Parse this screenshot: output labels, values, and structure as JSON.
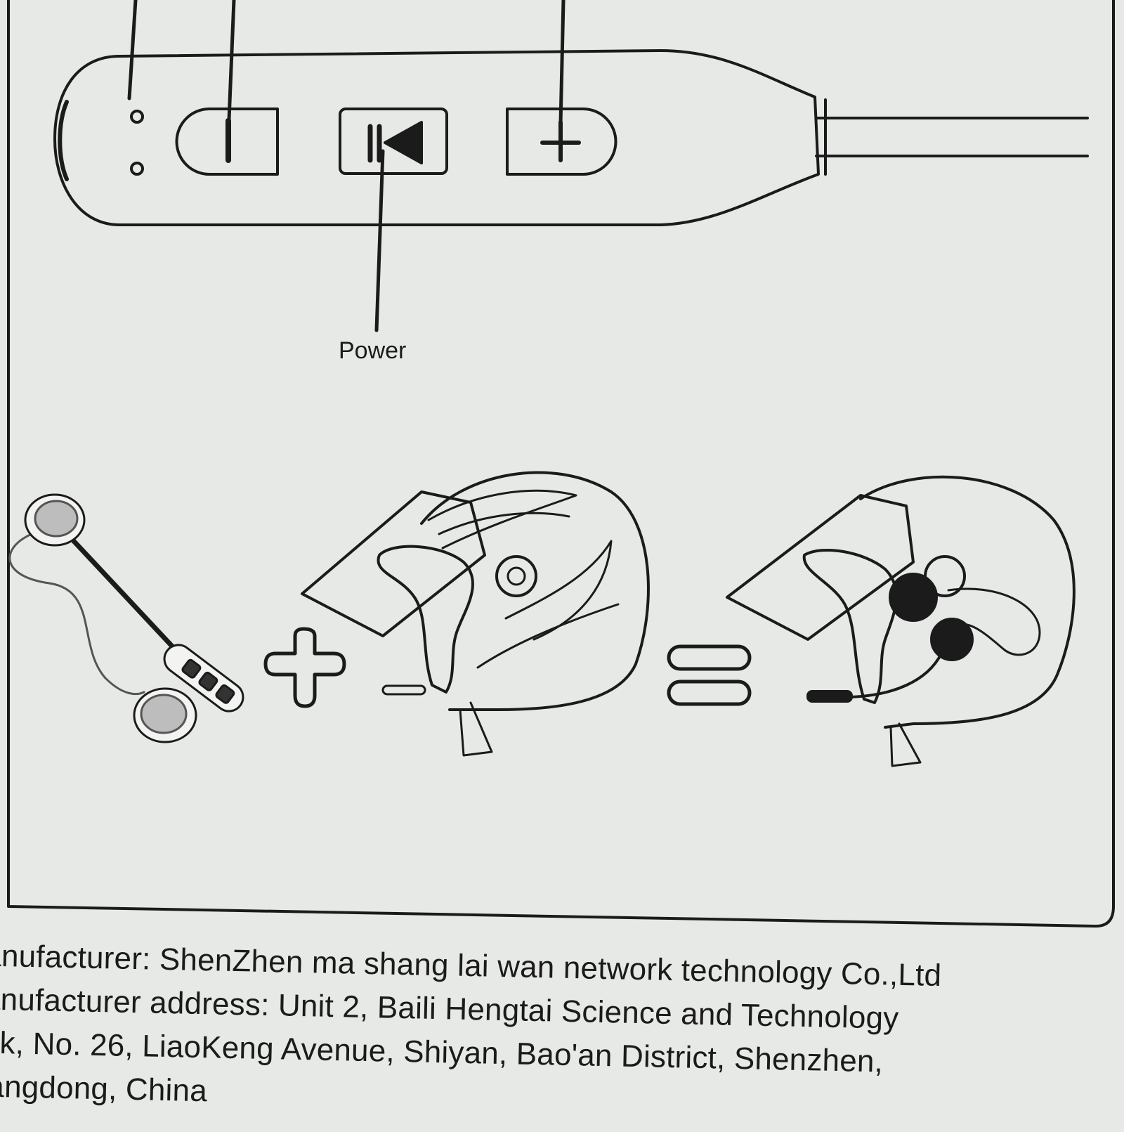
{
  "remote_diagram": {
    "buttons": [
      {
        "icon": "minus-icon"
      },
      {
        "icon": "play-previous-icon"
      },
      {
        "icon": "plus-icon"
      }
    ],
    "power_label": "Power"
  },
  "assembly_diagram": {
    "steps": [
      "headset-icon",
      "plus-sign-icon",
      "helmet-icon",
      "equals-sign-icon",
      "helmet-with-headset-icon"
    ]
  },
  "manufacturer_info": {
    "line1": "anufacturer: ShenZhen ma shang lai wan network technology Co.,Ltd",
    "line2": "anufacturer address: Unit 2, Baili Hengtai Science and Technology",
    "line3": "rk, No. 26, LiaoKeng Avenue, Shiyan, Bao'an District, Shenzhen,",
    "line4": "angdong, China"
  },
  "colors": {
    "paper": "#e7e9e6",
    "ink": "#1b1b1b"
  }
}
